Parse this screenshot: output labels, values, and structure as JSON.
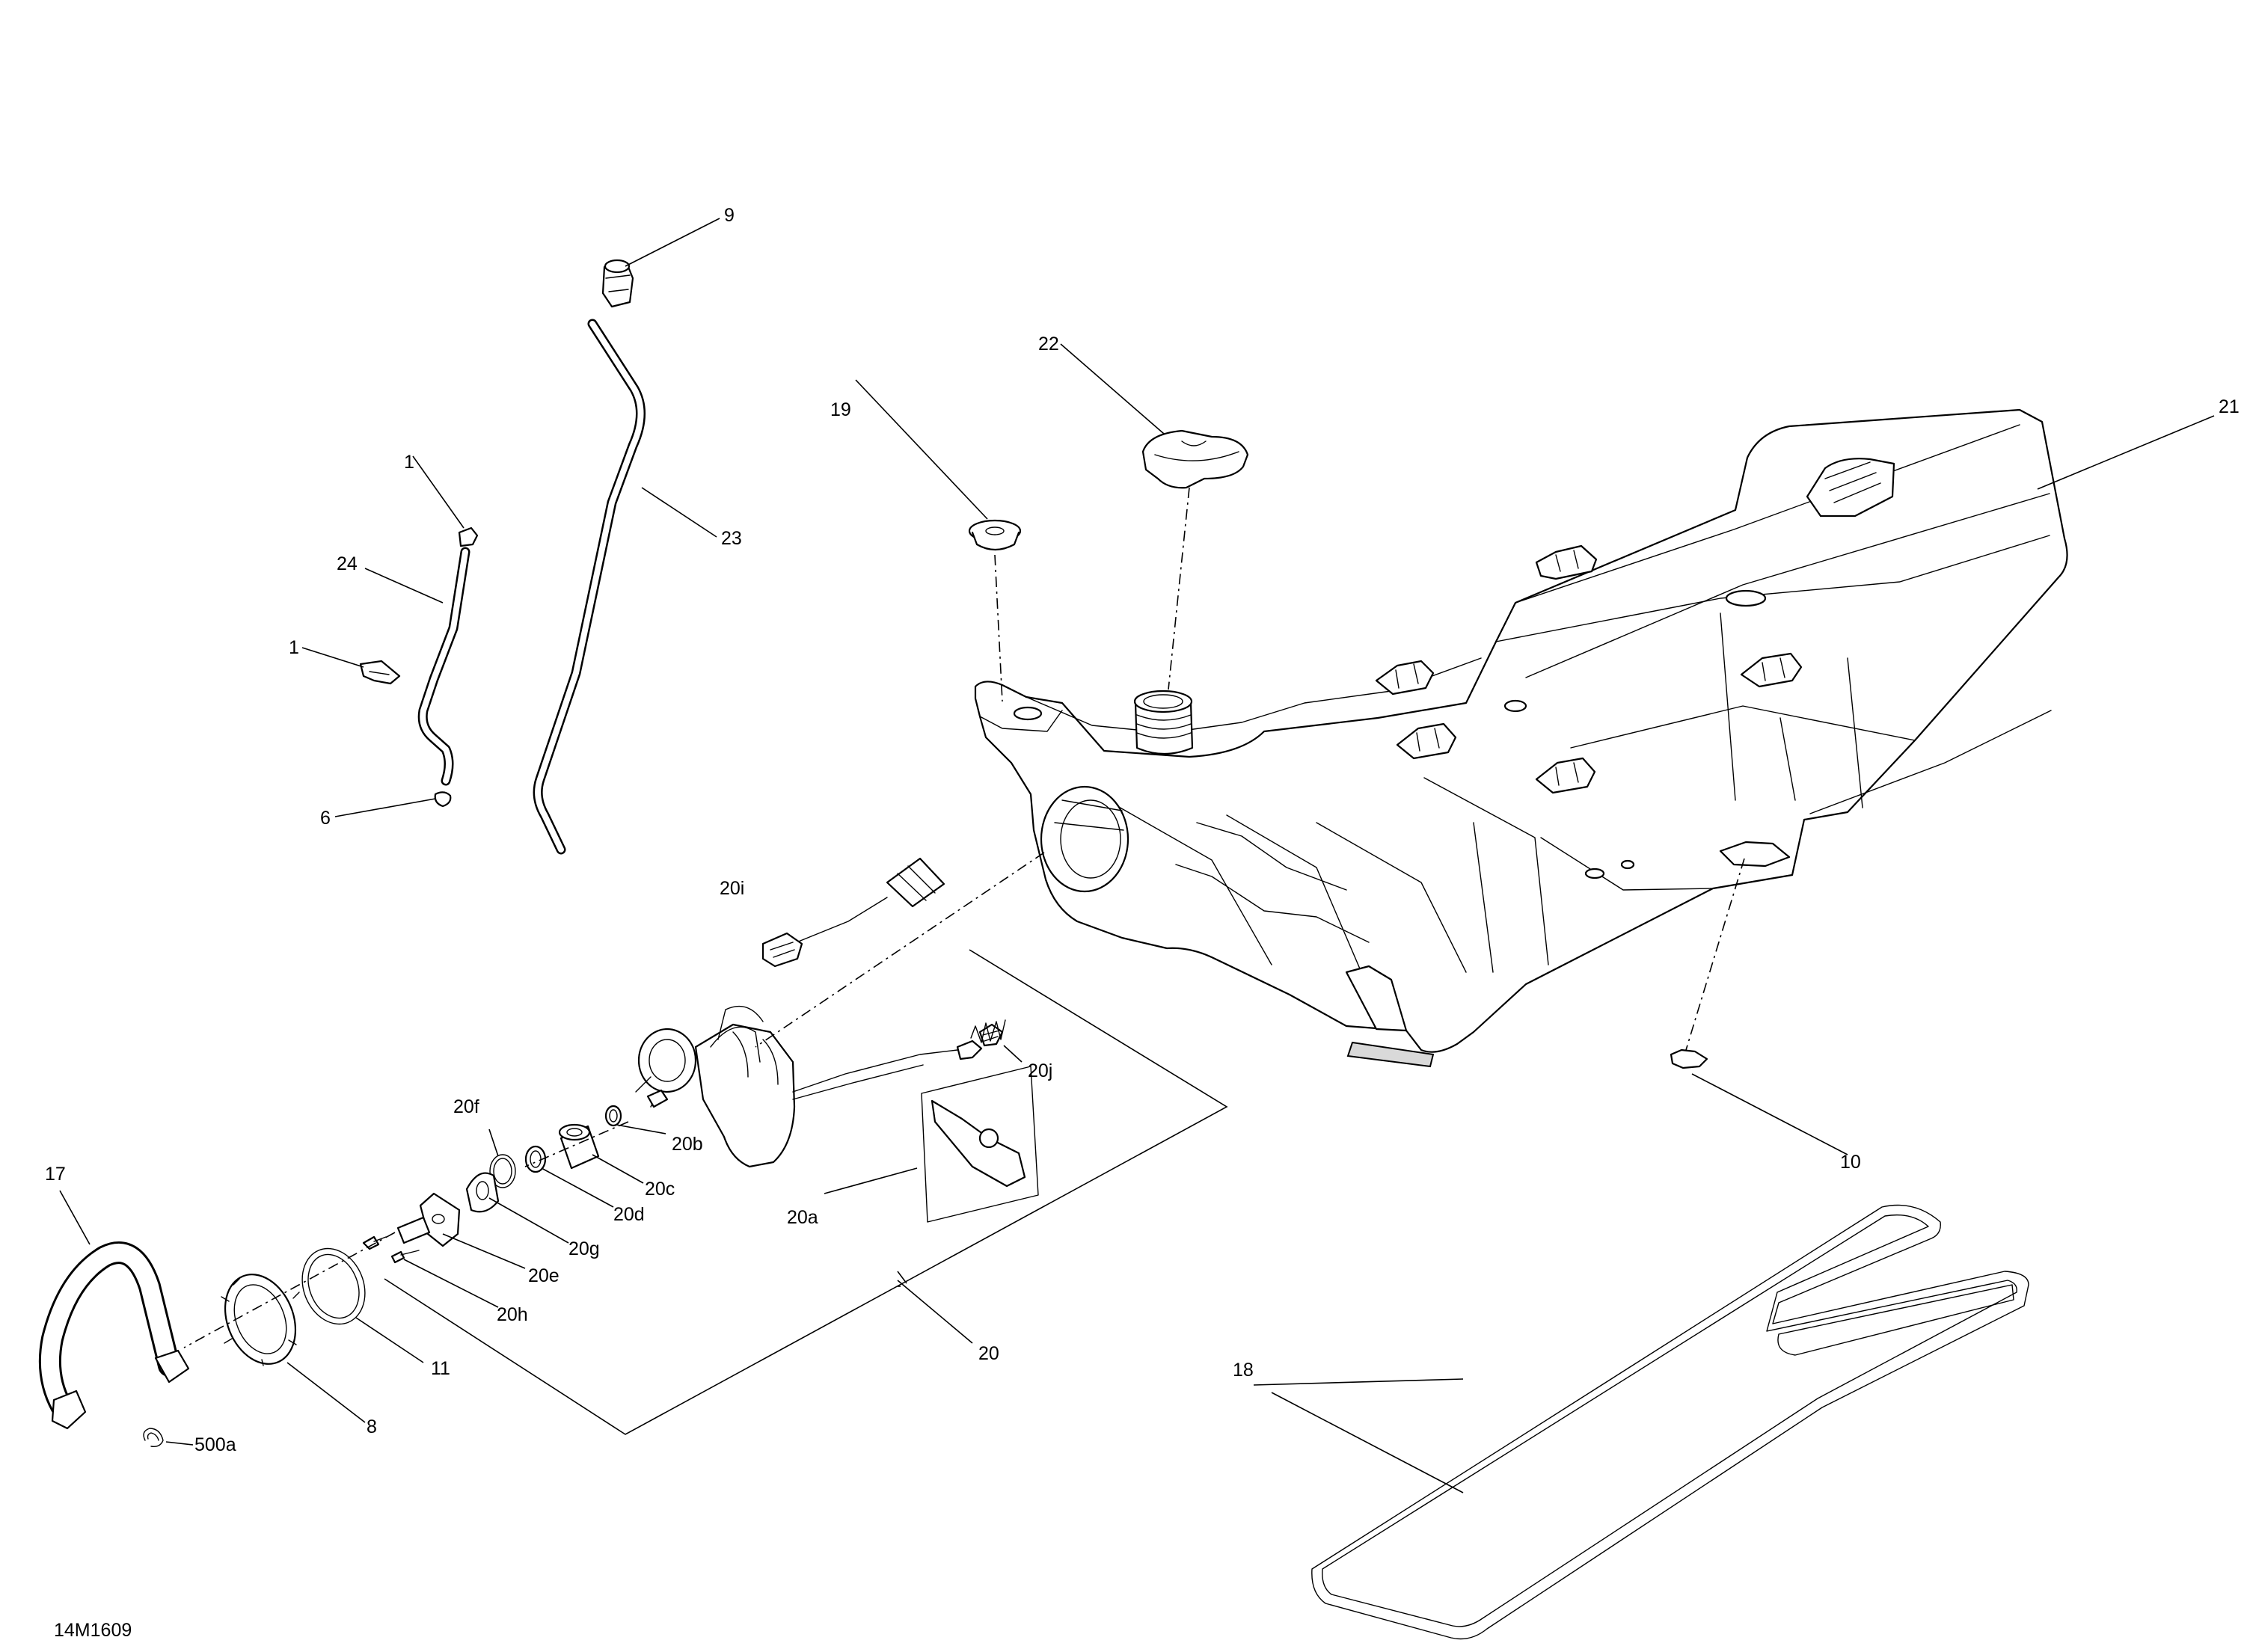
{
  "diagram_id": "14M1609",
  "callouts": {
    "c1a": "1",
    "c1b": "1",
    "c6": "6",
    "c8": "8",
    "c9": "9",
    "c10": "10",
    "c11": "11",
    "c17": "17",
    "c18": "18",
    "c19": "19",
    "c20": "20",
    "c20a": "20a",
    "c20b": "20b",
    "c20c": "20c",
    "c20d": "20d",
    "c20e": "20e",
    "c20f": "20f",
    "c20g": "20g",
    "c20h": "20h",
    "c20i": "20i",
    "c20j": "20j",
    "c21": "21",
    "c22": "22",
    "c23": "23",
    "c24": "24",
    "c500a": "500a"
  }
}
